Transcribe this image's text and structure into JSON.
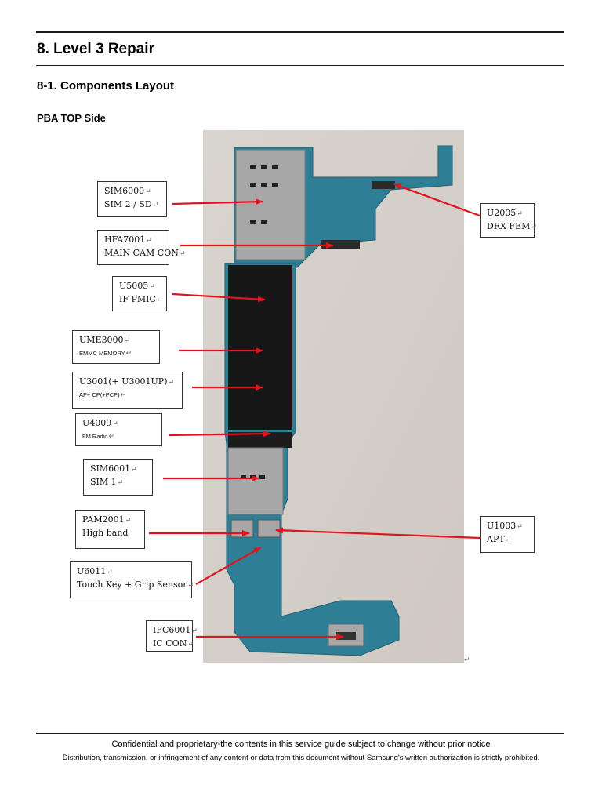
{
  "heading": "8. Level 3 Repair",
  "subheading": "8-1. Components Layout",
  "section": "PBA TOP Side",
  "return_mark": "↵",
  "callouts": [
    {
      "id": "sim6000",
      "line1": "SIM6000",
      "line2": "SIM 2 / SD"
    },
    {
      "id": "hfa7001",
      "line1": "HFA7001",
      "line2": "MAIN CAM CON"
    },
    {
      "id": "u5005",
      "line1": "U5005",
      "line2": "IF PMIC"
    },
    {
      "id": "ume3000",
      "line1": "UME3000",
      "line2": "EMMC MEMORY"
    },
    {
      "id": "u3001",
      "line1": "U3001(+ U3001UP)",
      "line2": "AP+ CP(+PCP)"
    },
    {
      "id": "u4009",
      "line1": "U4009",
      "line2": "FM Radio"
    },
    {
      "id": "sim6001",
      "line1": "SIM6001",
      "line2": "SIM 1"
    },
    {
      "id": "pam2001",
      "line1": "PAM2001",
      "line2": "High band"
    },
    {
      "id": "u6011",
      "line1": "U6011",
      "line2": "Touch Key + Grip Sensor"
    },
    {
      "id": "ifc6001",
      "line1": "IFC6001",
      "line2": "IC CON"
    },
    {
      "id": "u2005",
      "line1": "U2005",
      "line2": "DRX FEM"
    },
    {
      "id": "u1003",
      "line1": "U1003",
      "line2": "APT"
    }
  ],
  "colors": {
    "arrow": "#e0141e",
    "board": "#2e7f96",
    "chip": "#161616",
    "metal": "#a7a7a7"
  },
  "footer": {
    "line1": "Confidential and proprietary-the contents in this service guide subject to change without prior notice",
    "line2": "Distribution, transmission, or infringement of any content or data from this document without Samsung's written authorization is strictly prohibited."
  }
}
